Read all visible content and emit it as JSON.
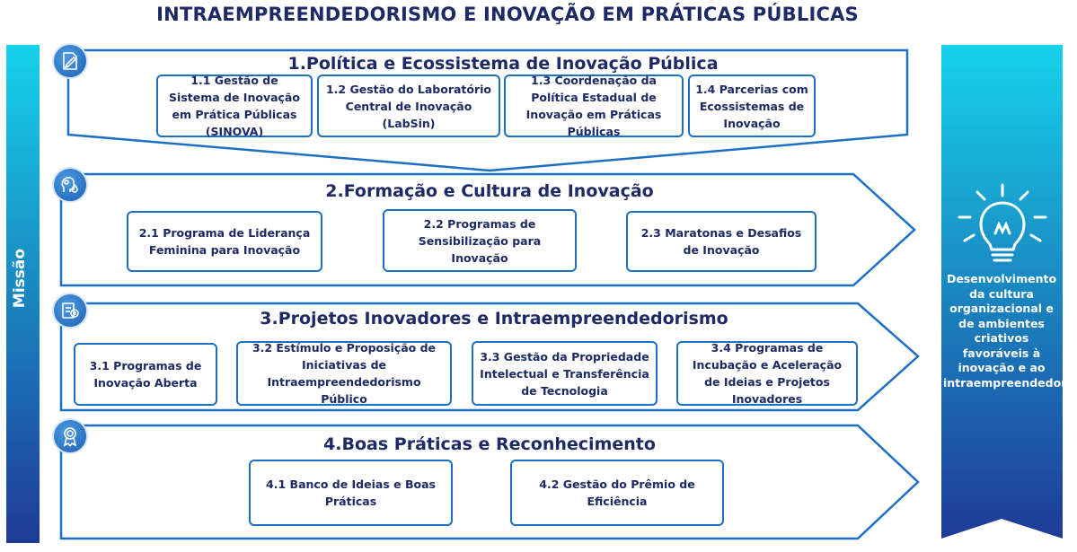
{
  "title": "INTRAEMPREENDEDORISMO E INOVAÇÃO EM PRÁTICAS PÚBLICAS",
  "mission_label": "Missão",
  "result": {
    "text": "Desenvolvimento da cultura organizacional e de ambientes criativos favoráveis à inovação e ao intraempreendedorismo",
    "icon": "lightbulb-icon"
  },
  "colors": {
    "title": "#1d2a66",
    "border": "#1d6fc4",
    "gradient_top": "#1ad4e8",
    "gradient_bottom": "#1f3d99"
  },
  "stages": [
    {
      "title": "1.Política e Ecossistema de Inovação Pública",
      "icon": "document-pen-icon",
      "items": [
        "1.1 Gestão de Sistema de Inovação em Prática Públicas (SINOVA)",
        "1.2 Gestão do Laboratório Central de Inovação (LabSin)",
        "1.3 Coordenação da Política Estadual de Inovação em Práticas Públicas",
        "1.4 Parcerias com Ecossistemas de Inovação"
      ]
    },
    {
      "title": "2.Formação e Cultura de Inovação",
      "icon": "head-gears-icon",
      "items": [
        "2.1 Programa de Liderança Feminina para Inovação",
        "2.2 Programas de Sensibilização para Inovação",
        "2.3 Maratonas e Desafios de Inovação"
      ]
    },
    {
      "title": "3.Projetos Inovadores e Intraempreendedorismo",
      "icon": "clipboard-target-icon",
      "items": [
        "3.1 Programas de Inovação Aberta",
        "3.2 Estímulo e Proposição de Iniciativas de Intraempreendedorismo Público",
        "3.3 Gestão da Propriedade Intelectual e Transferência de Tecnologia",
        "3.4 Programas de Incubação e Aceleração de Ideias e Projetos Inovadores"
      ]
    },
    {
      "title": "4.Boas Práticas e Reconhecimento",
      "icon": "award-ribbon-icon",
      "items": [
        "4.1 Banco de Ideias e Boas Práticas",
        "4.2 Gestão do Prêmio de Eficiência"
      ]
    }
  ]
}
